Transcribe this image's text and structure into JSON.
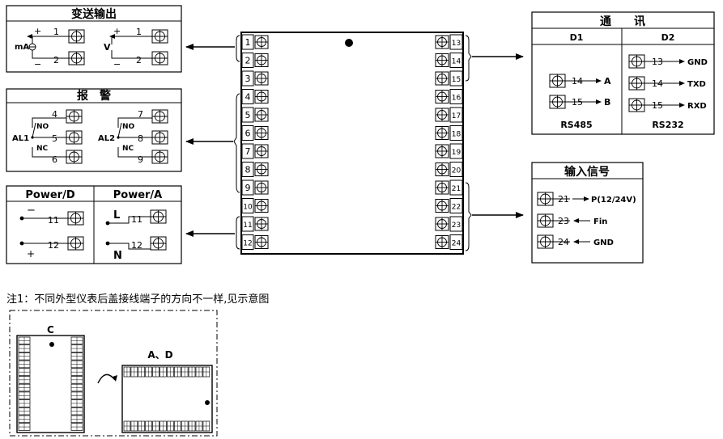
{
  "transmit_output": {
    "title": "变送输出",
    "ma_label": "mA",
    "v_label": "V",
    "plus": "+",
    "minus": "−",
    "terminals": [
      "1",
      "2"
    ]
  },
  "alarm": {
    "title": "报　警",
    "al1_label": "AL1",
    "al2_label": "AL2",
    "no_label": "NO",
    "nc_label": "NC",
    "al1_terminals": [
      "4",
      "5",
      "6"
    ],
    "al2_terminals": [
      "7",
      "8",
      "9"
    ]
  },
  "power": {
    "d_header": "Power/D",
    "a_header": "Power/A",
    "minus": "−",
    "plus": "+",
    "l_label": "L",
    "n_label": "N",
    "terminals": [
      "11",
      "12"
    ]
  },
  "device": {
    "left_terminals": [
      "1",
      "2",
      "3",
      "4",
      "5",
      "6",
      "7",
      "8",
      "9",
      "10",
      "11",
      "12"
    ],
    "right_terminals": [
      "13",
      "14",
      "15",
      "16",
      "17",
      "18",
      "19",
      "20",
      "21",
      "22",
      "23",
      "24"
    ]
  },
  "comm": {
    "title": "通　　讯",
    "d1_header": "D1",
    "d2_header": "D2",
    "rs485_label": "RS485",
    "rs232_label": "RS232",
    "d1_rows": [
      {
        "num": "14",
        "signal": "A"
      },
      {
        "num": "15",
        "signal": "B"
      }
    ],
    "d2_rows": [
      {
        "num": "13",
        "signal": "GND"
      },
      {
        "num": "14",
        "signal": "TXD"
      },
      {
        "num": "15",
        "signal": "RXD"
      }
    ]
  },
  "input_signal": {
    "title": "输入信号",
    "rows": [
      {
        "num": "21",
        "signal": "P(12/24V)"
      },
      {
        "num": "23",
        "signal": "Fin"
      },
      {
        "num": "24",
        "signal": "GND"
      }
    ]
  },
  "note": {
    "text": "注1：不同外型仪表后盖接线端子的方向不一样,见示意图",
    "c_label": "C",
    "ad_label": "A、D"
  }
}
